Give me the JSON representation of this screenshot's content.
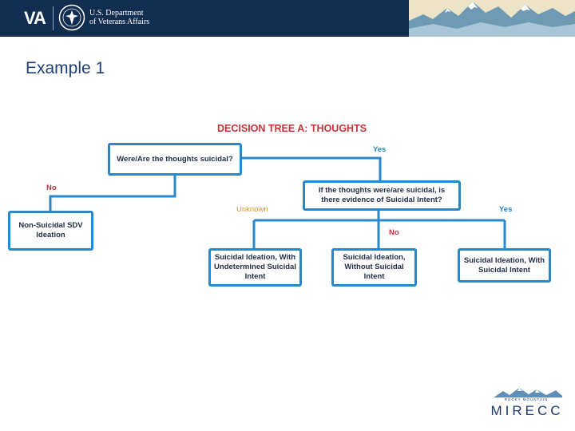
{
  "header": {
    "logo_text": "VA",
    "dept_line1": "U.S. Department",
    "dept_line2": "of Veterans Affairs"
  },
  "slide": {
    "title": "Example 1"
  },
  "tree": {
    "title": "DECISION TREE A: THOUGHTS",
    "nodes": {
      "root": "Were/Are the thoughts suicidal?",
      "non_suicidal": "Non-Suicidal SDV Ideation",
      "intent_question": "If the thoughts were/are suicidal, is there evidence of Suicidal Intent?",
      "undetermined": "Suicidal Ideation, With Undetermined Suicidal Intent",
      "without_intent": "Suicidal Ideation, Without Suicidal Intent",
      "with_intent": "Suicidal Ideation, With Suicidal Intent"
    },
    "labels": {
      "yes_top": "Yes",
      "no_left": "No",
      "unknown": "Unknown",
      "no_middle": "No",
      "yes_right": "Yes"
    }
  },
  "footer": {
    "logo_small": "ROCKY MOUNTAIN",
    "logo_big": "MIRECC"
  },
  "colors": {
    "header": "#112e51",
    "node_border": "#2a87c9",
    "tree_title": "#c8333a",
    "yes": "#2a87c9",
    "no": "#c8333a",
    "unknown": "#e0942a"
  }
}
